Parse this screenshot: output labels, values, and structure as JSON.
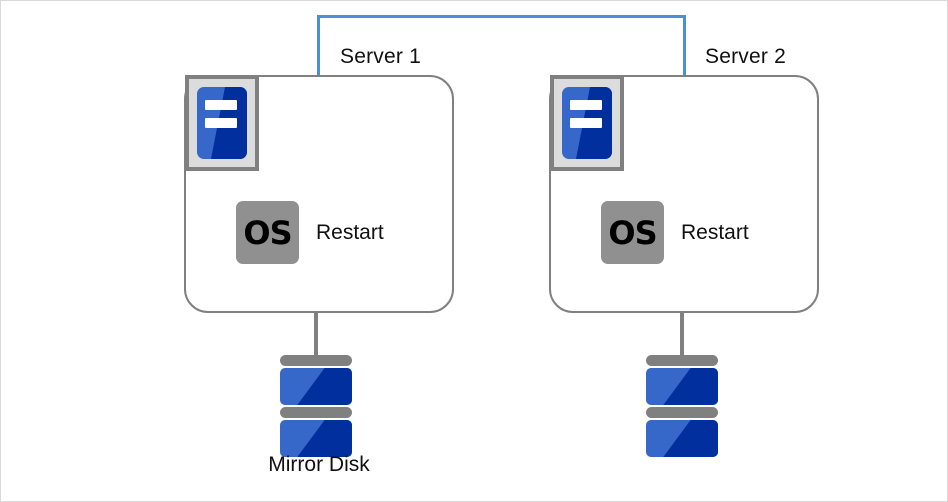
{
  "diagram": {
    "title": "Mirror disk cluster server restart diagram",
    "background_color": "#ffffff",
    "border_color": "#d9d9d9",
    "interconnect": {
      "name": "heartbeat-link",
      "color": "#4a90d9",
      "shape": "inverted-u-bracket"
    },
    "colors": {
      "server_border": "#808080",
      "icon_blue_light": "#3568c8",
      "icon_blue_dark": "#012f9e",
      "os_badge_gray": "#909090",
      "disk_bar_gray": "#808080",
      "link_blue": "#4a90d9"
    },
    "nodes": [
      {
        "id": "server1",
        "label": "Server 1",
        "icon": "server-icon",
        "status_badge": "OS",
        "status_text": "Restart",
        "disk": {
          "icon": "disk-stack-icon",
          "label": "Mirror Disk"
        }
      },
      {
        "id": "server2",
        "label": "Server 2",
        "icon": "server-icon",
        "status_badge": "OS",
        "status_text": "Restart",
        "disk": {
          "icon": "disk-stack-icon",
          "label": ""
        }
      }
    ]
  }
}
